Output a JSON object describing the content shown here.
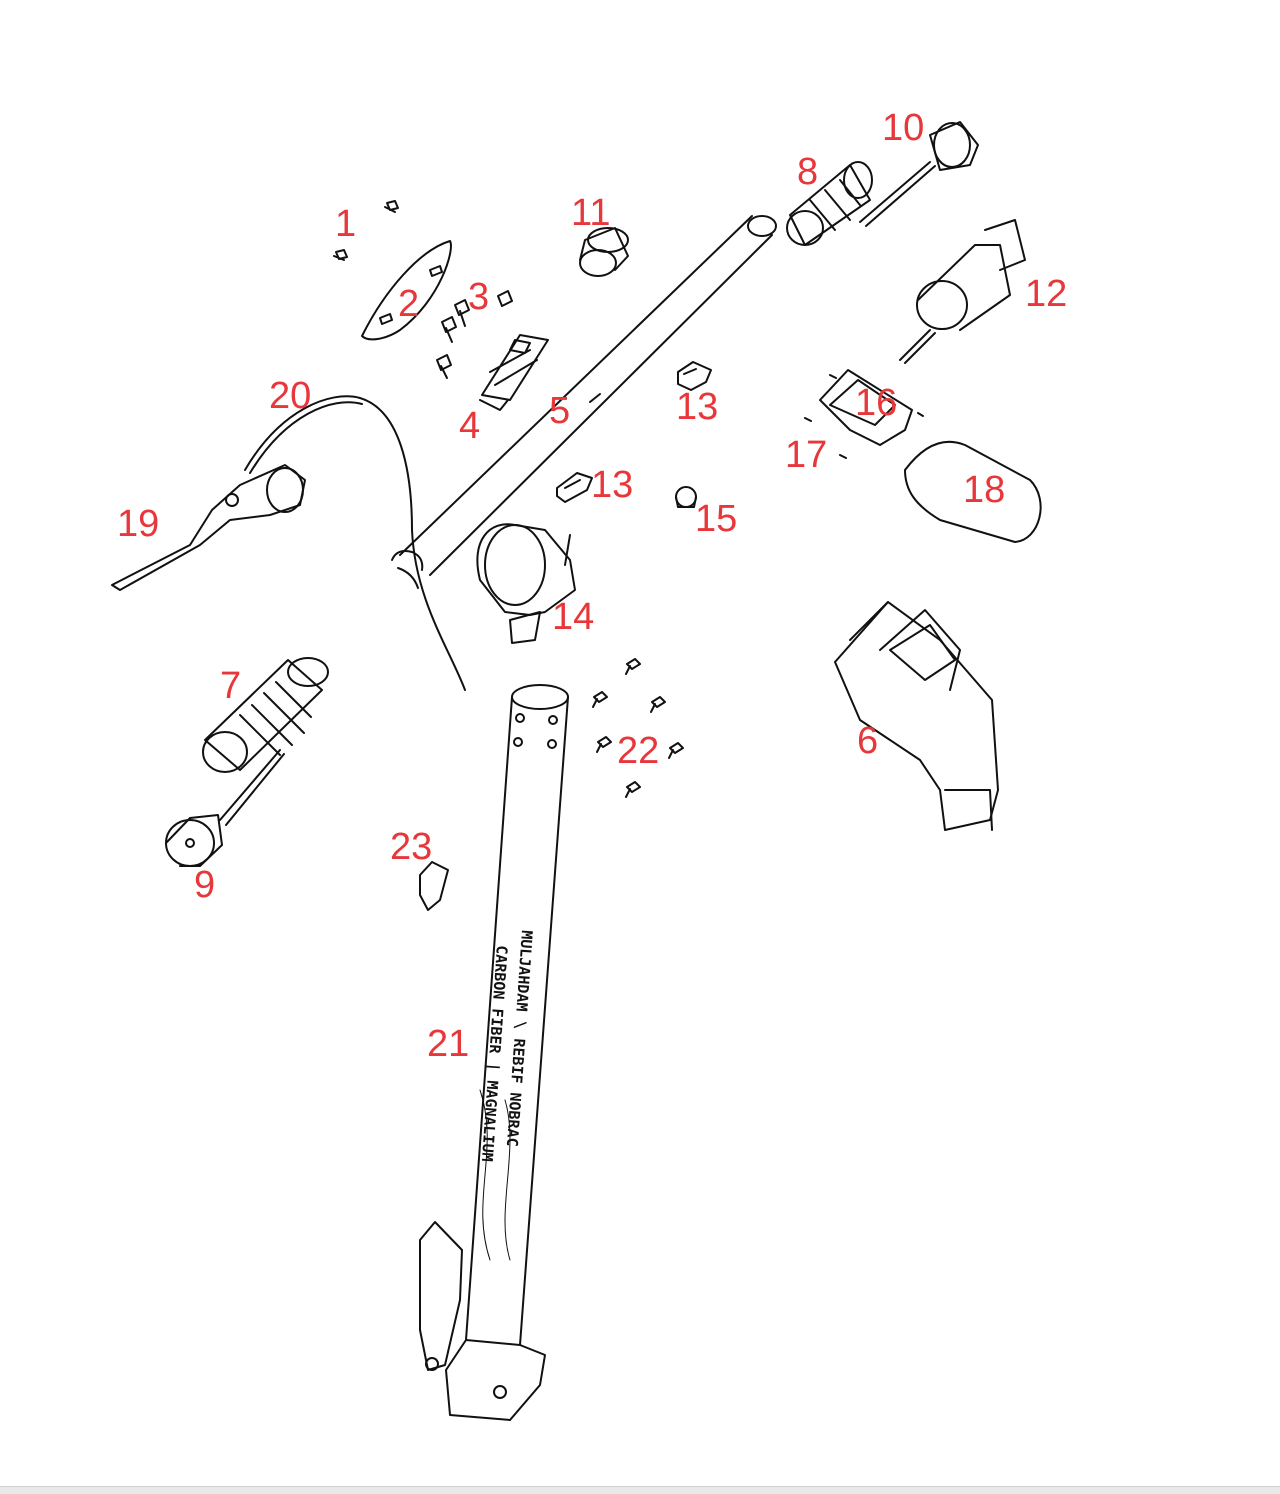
{
  "callouts": {
    "c1": "1",
    "c2": "2",
    "c3": "3",
    "c4": "4",
    "c5": "5",
    "c6": "6",
    "c7": "7",
    "c8": "8",
    "c9": "9",
    "c10": "10",
    "c11": "11",
    "c12": "12",
    "c13a": "13",
    "c13b": "13",
    "c14": "14",
    "c15": "15",
    "c16": "16",
    "c17": "17",
    "c18": "18",
    "c19": "19",
    "c20": "20",
    "c21": "21",
    "c22": "22",
    "c23": "23"
  },
  "stem_print": {
    "line1": "MULJAHDAM \\ REBIF NOBRAC",
    "line2": "CARBON FIBER | MAGNALIUM"
  },
  "colors": {
    "callout": "#e8373a",
    "line": "#111111"
  }
}
